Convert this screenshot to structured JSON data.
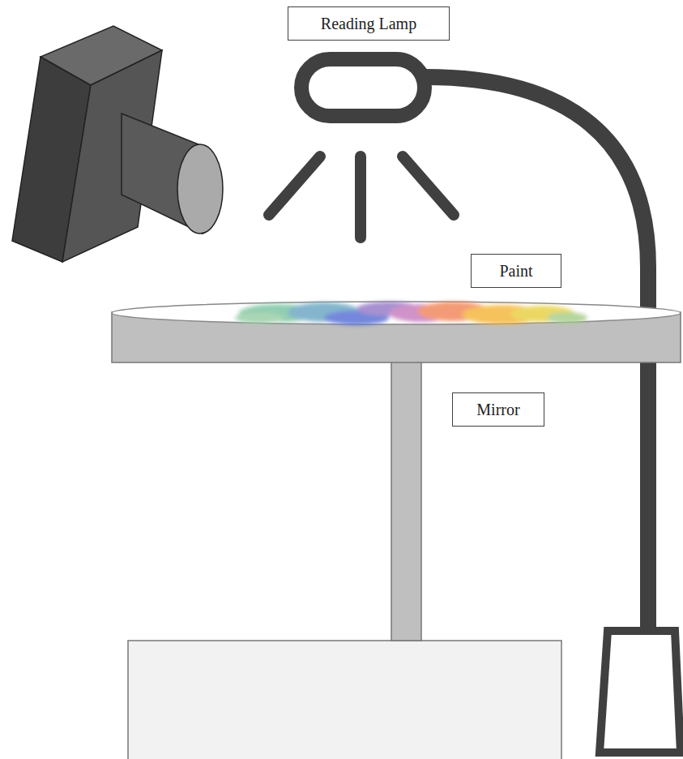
{
  "diagram": {
    "nodes": [
      {
        "text": [
          "Reading Lamp"
        ]
      },
      {
        "text": [
          "Paint"
        ]
      },
      {
        "text": [
          "Mirror"
        ]
      }
    ]
  }
}
